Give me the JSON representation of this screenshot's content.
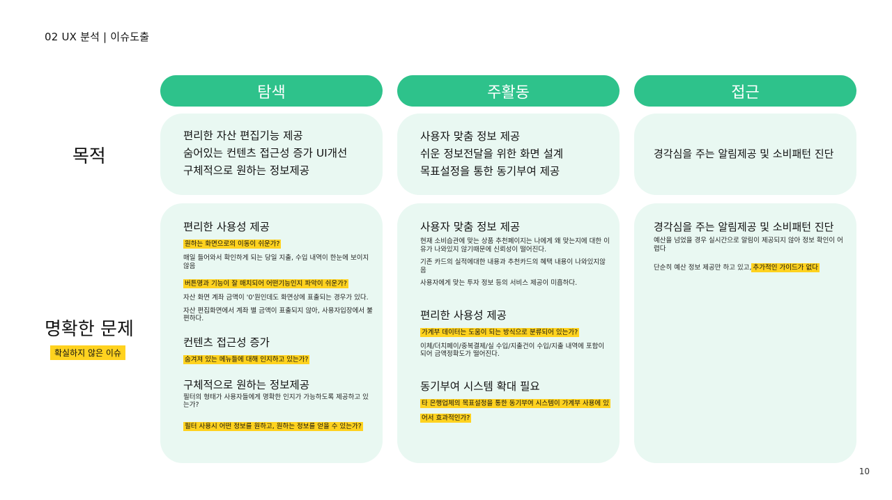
{
  "header": {
    "title": "02  UX 분석  |  이슈도출"
  },
  "columns": [
    "탐색",
    "주활동",
    "접근"
  ],
  "row_labels": {
    "goal": "목적",
    "problem": "명확한 문제",
    "problem_tag": "확실하지 않은 이슈"
  },
  "goals": {
    "col1": [
      "편리한 자산 편집기능 제공",
      "숨어있는 컨텐츠 접근성 증가 UI개선",
      "구체적으로 원하는 정보제공"
    ],
    "col2": [
      "사용자 맞춤 정보 제공",
      "쉬운 정보전달을 위한 화면 설계",
      "목표설정을 통한 동기부여 제공"
    ],
    "col3": [
      "경각심을 주는 알림제공 및 소비패턴 진단"
    ]
  },
  "problems": {
    "col1": {
      "s1_title": "편리한 사용성 제공",
      "s1_hl1": "원하는 화면으로의 이동이 쉬운가?",
      "s1_t1": "매일 들어와서 확인하게 되는 당일 지출, 수입 내역이 한눈에 보이지 않음",
      "s1_hl2": "버튼명과 기능이 잘 매치되어 어떤기능인지 파악이 쉬운가?",
      "s1_t2": "자산 화면 계좌 금액이 '0'원인데도 화면상에 표출되는 경우가 있다.",
      "s1_t3": "자산 편집화면에서 계좌 별 금액이 표출되지 않아, 사용자입장에서 불편하다.",
      "s2_title": "컨텐츠 접근성 증가",
      "s2_hl1": "숨겨져 있는 메뉴들에 대해 인지하고 있는가?",
      "s3_title": "구체적으로 원하는 정보제공",
      "s3_t1": "필터의 형태가 사용자들에게 명확한 인지가 가능하도록 제공하고 있는가?",
      "s3_hl1": "필터 사용시 어떤 정보를 원하고, 원하는 정보를 얻을 수 있는가?"
    },
    "col2": {
      "s1_title": "사용자 맞춤 정보 제공",
      "s1_t1": "현재 소비습관에 맞는 상품 추천페이지는 나에게 왜 맞는지에 대한 이유가 나와있지 않기때문에 신뢰성이 떨어진다.",
      "s1_t2": "기존 카드의 실적에대한 내용과 추천카드의 혜택 내용이 나와있지않음",
      "s1_t3": "사용자에게 맞는 투자 정보 등의 서비스 제공이 미흡하다.",
      "s2_title": "편리한 사용성 제공",
      "s2_hl1": "가계부 데이터는 도움이 되는 방식으로 분류되어 있는가?",
      "s2_t1": "이체/더치페이/중복결제/실 수입/지출건이 수입/지출 내역에 포함이 되어 금액정확도가 떨어진다.",
      "s3_title": "동기부여 시스템 확대 필요",
      "s3_hl1": "타 은행업체의 목표설정을 통한 동기부여 시스템이 가계부 사용에 있어서 효과적인가?"
    },
    "col3": {
      "s1_title": "경각심을 주는 알림제공 및 소비패턴 진단",
      "s1_t1": "예산을 넘었을 경우 실시간으로 알림이 제공되지 않아 정보 확인이 어렵다",
      "s1_t2": "단순히 예산 정보 제공만 하고 있고,",
      "s1_hl1": "추가적인 가이드가 없다"
    }
  },
  "page_number": "10",
  "colors": {
    "accent": "#2ec28b",
    "card": "#e9f8f2",
    "highlight": "#ffd21f"
  }
}
